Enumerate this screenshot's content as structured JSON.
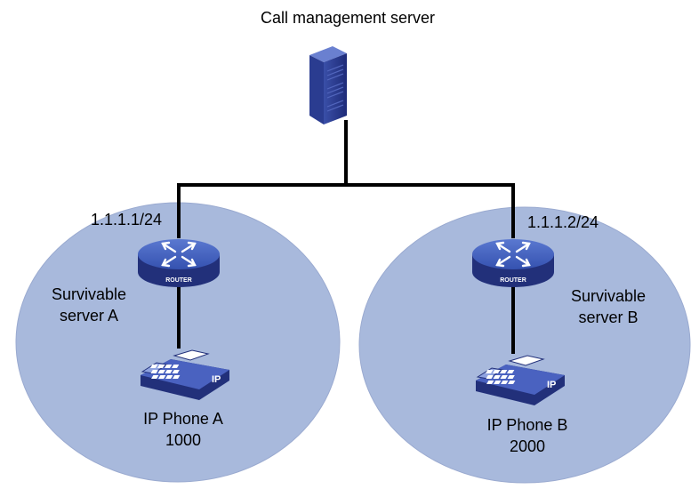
{
  "title": "Call management server",
  "router_text": "ROUTER",
  "phone_badge": "IP",
  "sites": [
    {
      "ip": "1.1.1.1/24",
      "server_line1": "Survivable",
      "server_line2": "server A",
      "phone_name": "IP Phone A",
      "phone_number": "1000"
    },
    {
      "ip": "1.1.1.2/24",
      "server_line1": "Survivable",
      "server_line2": "server B",
      "phone_name": "IP Phone B",
      "phone_number": "2000"
    }
  ],
  "colors": {
    "zone_fill": "#a8b9dc",
    "zone_stroke": "#9aaad0",
    "device_blue": "#3a55b0",
    "device_dark": "#22307a",
    "link": "#000000"
  }
}
